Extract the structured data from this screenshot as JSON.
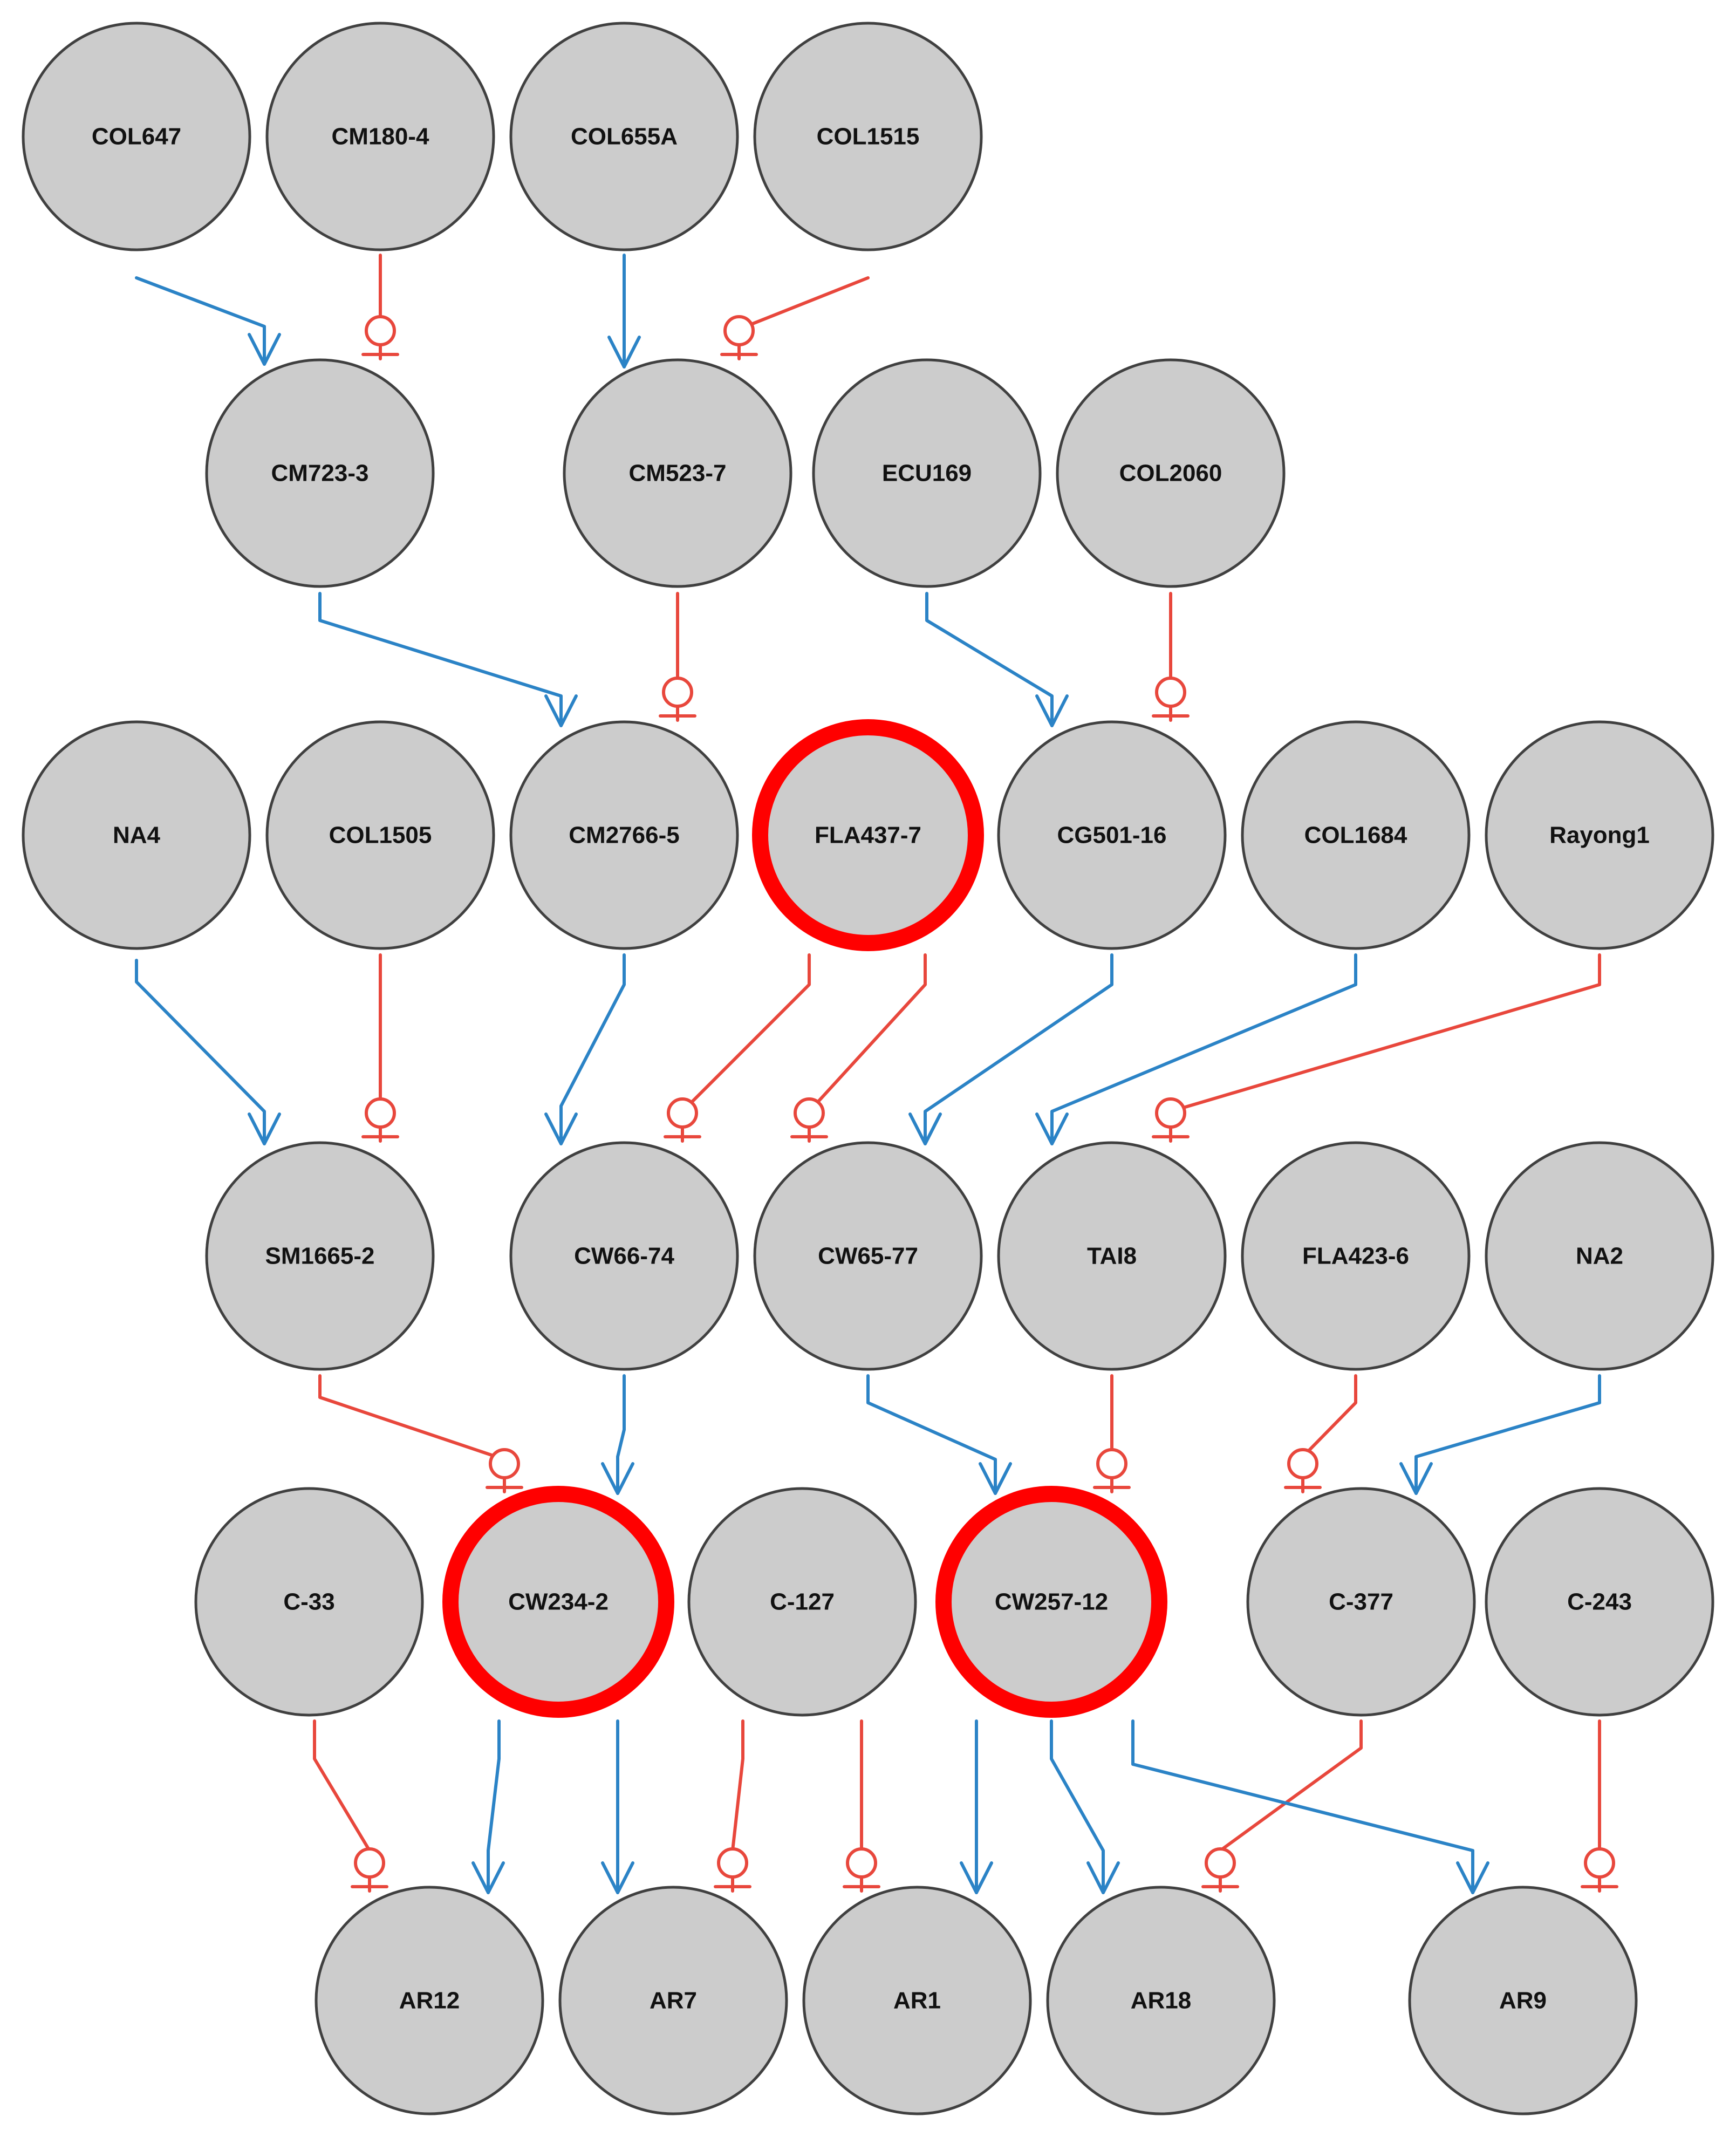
{
  "colors": {
    "node_fill": "#cccccc",
    "node_stroke": "#404040",
    "highlight_stroke": "#ff0000",
    "edge_positive": "#2b83c6",
    "edge_negative": "#e8473c"
  },
  "nodes": [
    {
      "id": "COL647",
      "label": "COL647",
      "highlight": false
    },
    {
      "id": "CM180-4",
      "label": "CM180-4",
      "highlight": false
    },
    {
      "id": "COL655A",
      "label": "COL655A",
      "highlight": false
    },
    {
      "id": "COL1515",
      "label": "COL1515",
      "highlight": false
    },
    {
      "id": "CM723-3",
      "label": "CM723-3",
      "highlight": false
    },
    {
      "id": "CM523-7",
      "label": "CM523-7",
      "highlight": false
    },
    {
      "id": "ECU169",
      "label": "ECU169",
      "highlight": false
    },
    {
      "id": "COL2060",
      "label": "COL2060",
      "highlight": false
    },
    {
      "id": "NA4",
      "label": "NA4",
      "highlight": false
    },
    {
      "id": "COL1505",
      "label": "COL1505",
      "highlight": false
    },
    {
      "id": "CM2766-5",
      "label": "CM2766-5",
      "highlight": false
    },
    {
      "id": "FLA437-7",
      "label": "FLA437-7",
      "highlight": true
    },
    {
      "id": "CG501-16",
      "label": "CG501-16",
      "highlight": false
    },
    {
      "id": "COL1684",
      "label": "COL1684",
      "highlight": false
    },
    {
      "id": "Rayong1",
      "label": "Rayong1",
      "highlight": false
    },
    {
      "id": "SM1665-2",
      "label": "SM1665-2",
      "highlight": false
    },
    {
      "id": "CW66-74",
      "label": "CW66-74",
      "highlight": false
    },
    {
      "id": "CW65-77",
      "label": "CW65-77",
      "highlight": false
    },
    {
      "id": "TAI8",
      "label": "TAI8",
      "highlight": false
    },
    {
      "id": "FLA423-6",
      "label": "FLA423-6",
      "highlight": false
    },
    {
      "id": "NA2",
      "label": "NA2",
      "highlight": false
    },
    {
      "id": "C-33",
      "label": "C-33",
      "highlight": false
    },
    {
      "id": "CW234-2",
      "label": "CW234-2",
      "highlight": true
    },
    {
      "id": "C-127",
      "label": "C-127",
      "highlight": false
    },
    {
      "id": "CW257-12",
      "label": "CW257-12",
      "highlight": true
    },
    {
      "id": "C-377",
      "label": "C-377",
      "highlight": false
    },
    {
      "id": "C-243",
      "label": "C-243",
      "highlight": false
    },
    {
      "id": "AR12",
      "label": "AR12",
      "highlight": false
    },
    {
      "id": "AR7",
      "label": "AR7",
      "highlight": false
    },
    {
      "id": "AR1",
      "label": "AR1",
      "highlight": false
    },
    {
      "id": "AR18",
      "label": "AR18",
      "highlight": false
    },
    {
      "id": "AR9",
      "label": "AR9",
      "highlight": false
    }
  ],
  "edges": [
    {
      "from": "COL647",
      "to": "CM723-3",
      "kind": "positive"
    },
    {
      "from": "CM180-4",
      "to": "CM723-3",
      "kind": "negative"
    },
    {
      "from": "COL655A",
      "to": "CM523-7",
      "kind": "positive"
    },
    {
      "from": "COL1515",
      "to": "CM523-7",
      "kind": "negative"
    },
    {
      "from": "CM723-3",
      "to": "CM2766-5",
      "kind": "positive"
    },
    {
      "from": "CM523-7",
      "to": "CM2766-5",
      "kind": "negative"
    },
    {
      "from": "ECU169",
      "to": "CG501-16",
      "kind": "positive"
    },
    {
      "from": "COL2060",
      "to": "CG501-16",
      "kind": "negative"
    },
    {
      "from": "NA4",
      "to": "SM1665-2",
      "kind": "positive"
    },
    {
      "from": "COL1505",
      "to": "SM1665-2",
      "kind": "negative"
    },
    {
      "from": "CM2766-5",
      "to": "CW66-74",
      "kind": "positive"
    },
    {
      "from": "FLA437-7",
      "to": "CW66-74",
      "kind": "negative"
    },
    {
      "from": "FLA437-7",
      "to": "CW65-77",
      "kind": "negative"
    },
    {
      "from": "CG501-16",
      "to": "CW65-77",
      "kind": "positive"
    },
    {
      "from": "COL1684",
      "to": "TAI8",
      "kind": "positive"
    },
    {
      "from": "Rayong1",
      "to": "TAI8",
      "kind": "negative"
    },
    {
      "from": "SM1665-2",
      "to": "CW234-2",
      "kind": "negative"
    },
    {
      "from": "CW66-74",
      "to": "CW234-2",
      "kind": "positive"
    },
    {
      "from": "CW65-77",
      "to": "CW257-12",
      "kind": "positive"
    },
    {
      "from": "TAI8",
      "to": "CW257-12",
      "kind": "negative"
    },
    {
      "from": "FLA423-6",
      "to": "C-377",
      "kind": "negative"
    },
    {
      "from": "NA2",
      "to": "C-377",
      "kind": "positive"
    },
    {
      "from": "C-33",
      "to": "AR12",
      "kind": "negative"
    },
    {
      "from": "CW234-2",
      "to": "AR12",
      "kind": "positive"
    },
    {
      "from": "CW234-2",
      "to": "AR7",
      "kind": "positive"
    },
    {
      "from": "C-127",
      "to": "AR1",
      "kind": "negative"
    },
    {
      "from": "C-127",
      "to": "AR7",
      "kind": "negative"
    },
    {
      "from": "CW257-12",
      "to": "AR1",
      "kind": "positive"
    },
    {
      "from": "CW257-12",
      "to": "AR18",
      "kind": "positive"
    },
    {
      "from": "C-377",
      "to": "AR18",
      "kind": "negative"
    },
    {
      "from": "CW257-12",
      "to": "AR9",
      "kind": "positive"
    },
    {
      "from": "C-243",
      "to": "AR9",
      "kind": "negative"
    }
  ]
}
